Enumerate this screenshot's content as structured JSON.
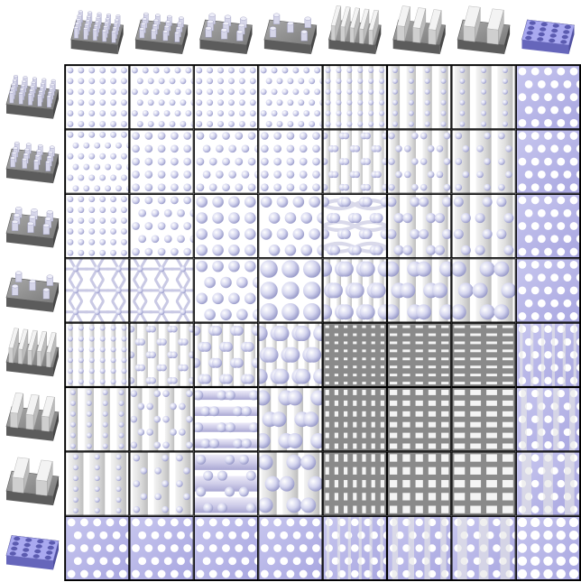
{
  "figure": {
    "top_header": [
      {
        "id": "p1",
        "kind": "pillars",
        "pattern": "dense-pillars"
      },
      {
        "id": "p2",
        "kind": "pillars",
        "pattern": "medium-pillars"
      },
      {
        "id": "p3",
        "kind": "pillars",
        "pattern": "sparse-pillars"
      },
      {
        "id": "p4",
        "kind": "pillars",
        "pattern": "paired-pillars"
      },
      {
        "id": "g1",
        "kind": "gratings",
        "pattern": "thin-lines"
      },
      {
        "id": "g2",
        "kind": "gratings",
        "pattern": "medium-lines"
      },
      {
        "id": "g3",
        "kind": "gratings",
        "pattern": "thick-lines"
      },
      {
        "id": "h1",
        "kind": "holes",
        "pattern": "hole-array"
      }
    ],
    "left_header": [
      {
        "id": "p1",
        "kind": "pillars",
        "pattern": "dense-pillars"
      },
      {
        "id": "p2",
        "kind": "pillars",
        "pattern": "medium-pillars"
      },
      {
        "id": "p3",
        "kind": "pillars",
        "pattern": "sparse-pillars"
      },
      {
        "id": "p4",
        "kind": "pillars",
        "pattern": "paired-pillars"
      },
      {
        "id": "g1",
        "kind": "gratings",
        "pattern": "thin-lines"
      },
      {
        "id": "g2",
        "kind": "gratings",
        "pattern": "medium-lines"
      },
      {
        "id": "g3",
        "kind": "gratings",
        "pattern": "thick-lines"
      },
      {
        "id": "h1",
        "kind": "holes",
        "pattern": "hole-array"
      }
    ],
    "grid_rows": 8,
    "grid_cols": 8,
    "colors": {
      "dot": "#cfd0ea",
      "dot_shadow": "#9a9cc9",
      "line": "#dcdcdc",
      "line_dark": "#8f8f8f",
      "hole_bg": "#b9b8ea",
      "mesh": "#8a8a8a",
      "border": "#000000",
      "substrate": "#7d7d7d"
    }
  }
}
